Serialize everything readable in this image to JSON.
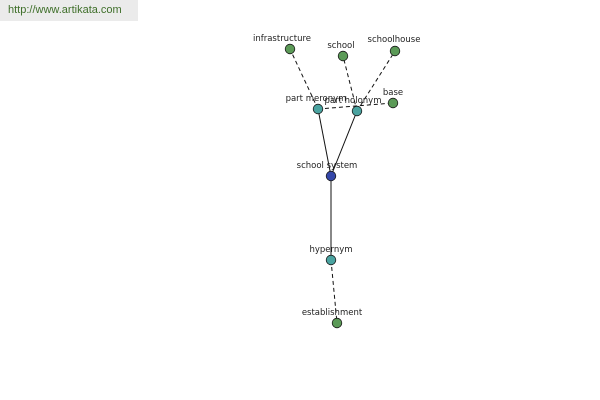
{
  "header": {
    "url": "http://www.artikata.com"
  },
  "graph": {
    "colors": {
      "leaf": "#5b9a57",
      "relation": "#4aa3a0",
      "center": "#3446a8",
      "stroke": "#1a1a1a",
      "edge": "#111111"
    },
    "nodes": [
      {
        "id": "infrastructure",
        "label": "infrastructure",
        "kind": "leaf"
      },
      {
        "id": "school",
        "label": "school",
        "kind": "leaf"
      },
      {
        "id": "schoolhouse",
        "label": "schoolhouse",
        "kind": "leaf"
      },
      {
        "id": "base",
        "label": "base",
        "kind": "leaf"
      },
      {
        "id": "part_meronym",
        "label": "part meronym",
        "kind": "relation"
      },
      {
        "id": "part_holonym",
        "label": "part holonym",
        "kind": "relation"
      },
      {
        "id": "school_system",
        "label": "school system",
        "kind": "center"
      },
      {
        "id": "hypernym",
        "label": "hypernym",
        "kind": "relation"
      },
      {
        "id": "establishment",
        "label": "establishment",
        "kind": "leaf"
      }
    ],
    "edges": [
      {
        "from": "part_meronym",
        "to": "infrastructure",
        "style": "dashed"
      },
      {
        "from": "part_holonym",
        "to": "school",
        "style": "dashed"
      },
      {
        "from": "part_holonym",
        "to": "schoolhouse",
        "style": "dashed"
      },
      {
        "from": "part_meronym",
        "to": "base",
        "style": "dashed"
      },
      {
        "from": "school_system",
        "to": "part_meronym",
        "style": "solid"
      },
      {
        "from": "school_system",
        "to": "part_holonym",
        "style": "solid"
      },
      {
        "from": "school_system",
        "to": "hypernym",
        "style": "solid"
      },
      {
        "from": "hypernym",
        "to": "establishment",
        "style": "dashed"
      }
    ]
  }
}
